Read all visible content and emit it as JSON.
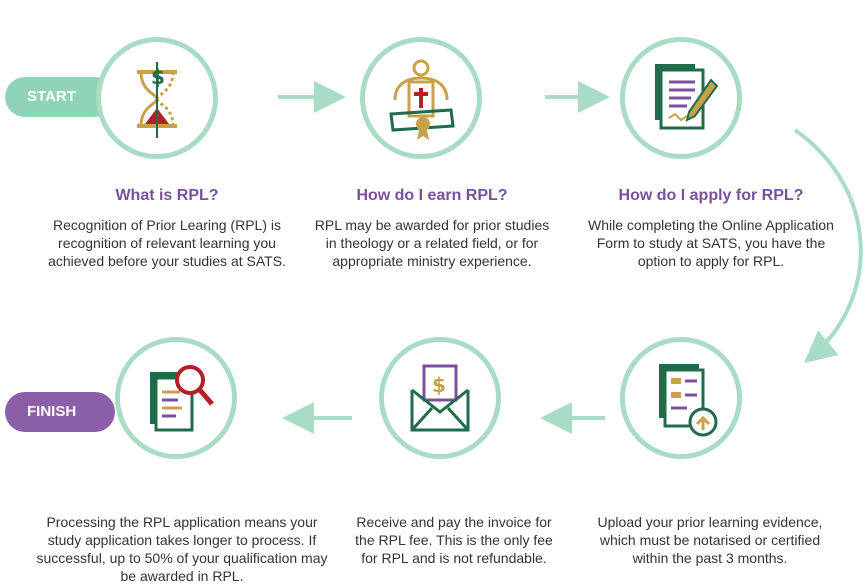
{
  "badges": {
    "start": "START",
    "finish": "FINISH"
  },
  "steps": [
    {
      "icon": "hourglass-dollar-icon",
      "heading": "What is RPL?",
      "description": "Recognition of Prior Learing (RPL) is recognition of relevant learning you achieved before your studies at SATS."
    },
    {
      "icon": "graduate-certificate-icon",
      "heading": "How do I earn RPL?",
      "description": "RPL may be awarded for prior studies in theology or a related field, or for appropriate ministry experience."
    },
    {
      "icon": "form-pencil-icon",
      "heading": "How do I apply for RPL?",
      "description": "While completing the Online Application Form to study at SATS, you have the option to apply for RPL."
    },
    {
      "icon": "document-upload-icon",
      "heading": "",
      "description": "Upload your prior learning evidence, which must be notarised or certified within the past 3 months."
    },
    {
      "icon": "envelope-invoice-icon",
      "heading": "",
      "description": "Receive and pay the invoice for the RPL fee. This is the only fee for RPL and is not refundable."
    },
    {
      "icon": "document-magnifier-icon",
      "heading": "",
      "description": "Processing the RPL application means your study application takes longer to process. If successful, up to 50% of your qualification may be awarded in RPL."
    }
  ],
  "colors": {
    "mint": "#a8dcc4",
    "purple": "#7b4f9d",
    "green": "#1f6b4a",
    "red": "#b3202a",
    "gold": "#c9a14a"
  }
}
